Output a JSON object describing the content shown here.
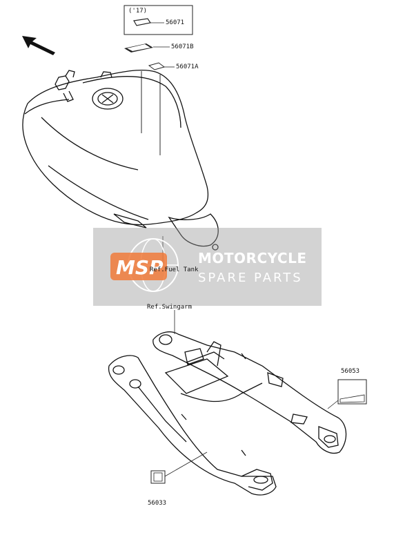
{
  "labels": {
    "year_note": "('17)",
    "part_56071": "56071",
    "part_56071B": "56071B",
    "part_56071A": "56071A",
    "ref_fuel_tank": "Ref.Fuel Tank",
    "ref_swingarm": "Ref.Swingarm",
    "part_56053": "56053",
    "part_56033": "56033"
  },
  "watermark": {
    "logo_text": "MSP",
    "title": "MOTORCYCLE",
    "subtitle": "SPARE PARTS",
    "logo_color": "#f07a3a"
  }
}
